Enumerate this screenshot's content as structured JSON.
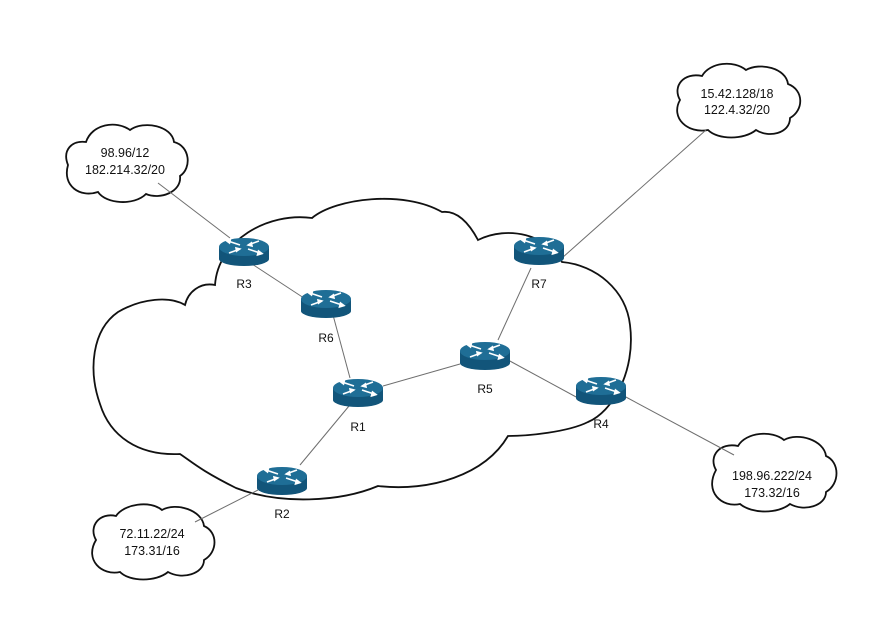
{
  "colors": {
    "router_top": "#1f6e96",
    "router_side": "#12557a",
    "router_arrow": "#ffffff",
    "link": "#6e6e6e",
    "cloud_stroke": "#111111"
  },
  "routers": {
    "r1": {
      "label": "R1"
    },
    "r2": {
      "label": "R2"
    },
    "r3": {
      "label": "R3"
    },
    "r4": {
      "label": "R4"
    },
    "r5": {
      "label": "R5"
    },
    "r6": {
      "label": "R6"
    },
    "r7": {
      "label": "R7"
    }
  },
  "clouds": {
    "r3_net": {
      "line1": "98.96/12",
      "line2": "182.214.32/20"
    },
    "r7_net": {
      "line1": "15.42.128/18",
      "line2": "122.4.32/20"
    },
    "r4_net": {
      "line1": "198.96.222/24",
      "line2": "173.32/16"
    },
    "r2_net": {
      "line1": "72.11.22/24",
      "line2": "173.31/16"
    }
  }
}
